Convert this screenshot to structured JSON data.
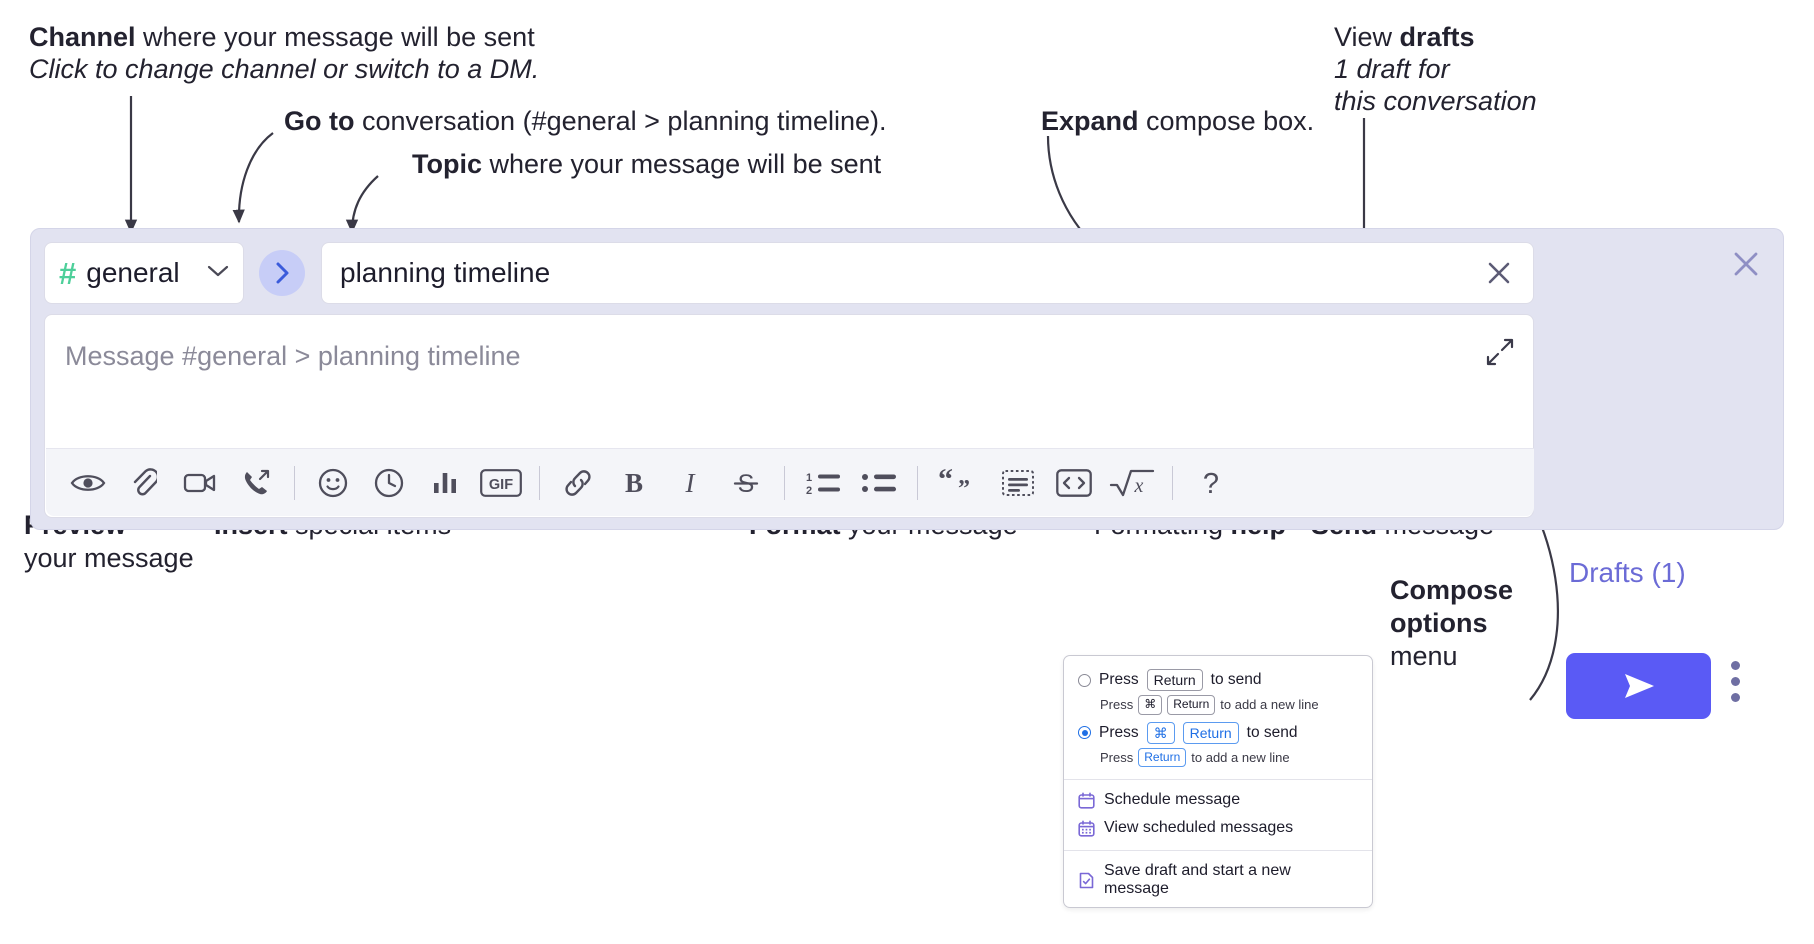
{
  "annotations": {
    "channel": {
      "bold": "Channel",
      "rest": " where your message will be sent",
      "italic": "Click to change channel or switch to a DM."
    },
    "goto": {
      "bold": "Go to",
      "rest": " conversation (#general > planning timeline)."
    },
    "topic": {
      "bold": "Topic",
      "rest": " where your message will be sent"
    },
    "expand": {
      "bold": "Expand",
      "rest": " compose box."
    },
    "drafts": {
      "pre": "View ",
      "bold": "drafts",
      "italic1": "1 draft for",
      "italic2": "this conversation"
    },
    "preview": {
      "bold": "Preview",
      "line2": "your message"
    },
    "insert": {
      "bold": "Insert",
      "rest": " special items"
    },
    "format": {
      "bold": "Format",
      "rest": " your message"
    },
    "help": {
      "pre": "Formatting ",
      "bold": "help"
    },
    "send": {
      "bold": "Send",
      "rest": " message"
    },
    "composeOptions": {
      "bold1": "Compose",
      "bold2": "options",
      "rest": "menu"
    }
  },
  "compose": {
    "channel": {
      "hash": "hash-icon",
      "name": "general",
      "chevron": "chevron-down-icon"
    },
    "goto_button": "chevron-right-icon",
    "topic": {
      "value": "planning timeline",
      "clear": "close-icon"
    },
    "message": {
      "placeholder": "Message #general > planning timeline",
      "expand": "expand-icon"
    },
    "toolbar": [
      {
        "name": "preview-icon",
        "label": "Preview"
      },
      {
        "name": "attachment-icon",
        "label": "Attach file"
      },
      {
        "name": "video-icon",
        "label": "Record video clip"
      },
      {
        "name": "audio-icon",
        "label": "Record audio clip"
      },
      {
        "name": "separator",
        "label": ""
      },
      {
        "name": "emoji-icon",
        "label": "Emoji"
      },
      {
        "name": "clock-icon",
        "label": "Reminder"
      },
      {
        "name": "poll-icon",
        "label": "Poll"
      },
      {
        "name": "gif-icon",
        "label": "GIF"
      },
      {
        "name": "separator",
        "label": ""
      },
      {
        "name": "link-icon",
        "label": "Link"
      },
      {
        "name": "bold-icon",
        "label": "B"
      },
      {
        "name": "italic-icon",
        "label": "I"
      },
      {
        "name": "strikethrough-icon",
        "label": "S"
      },
      {
        "name": "separator",
        "label": ""
      },
      {
        "name": "ordered-list-icon",
        "label": "Ordered list"
      },
      {
        "name": "bullet-list-icon",
        "label": "Bulleted list"
      },
      {
        "name": "separator",
        "label": ""
      },
      {
        "name": "blockquote-icon",
        "label": "Blockquote"
      },
      {
        "name": "codeblock-icon",
        "label": "Code block"
      },
      {
        "name": "code-icon",
        "label": "Code"
      },
      {
        "name": "math-icon",
        "label": "Math"
      },
      {
        "name": "separator",
        "label": ""
      },
      {
        "name": "help-icon",
        "label": "?"
      }
    ],
    "rail": {
      "close": "close-icon",
      "drafts_label": "Drafts (1)",
      "send": "send-icon",
      "more": "kebab-menu-icon"
    }
  },
  "popup": {
    "option1": {
      "selected": false,
      "pre": "Press",
      "key": "Return",
      "post": "to send",
      "sub_pre": "Press",
      "sub_key1": "⌘",
      "sub_key2": "Return",
      "sub_post": "to add a new line"
    },
    "option2": {
      "selected": true,
      "pre": "Press",
      "key1": "⌘",
      "key2": "Return",
      "post": "to send",
      "sub_pre": "Press",
      "sub_key": "Return",
      "sub_post": "to add a new line"
    },
    "items": [
      {
        "icon": "calendar-icon",
        "label": "Schedule message"
      },
      {
        "icon": "calendar-grid-icon",
        "label": "View scheduled messages"
      },
      {
        "icon": "save-draft-icon",
        "label": "Save draft and start a new message"
      }
    ]
  },
  "colors": {
    "panel": "#e2e3f1",
    "accent_send": "#5a5af5",
    "drafts_text": "#6b6bd6",
    "hash_green": "#4ecf9a",
    "goto_blue": "#3b5bdb",
    "menu_purple": "#7a68d6",
    "radio_blue": "#1f6fe5"
  }
}
